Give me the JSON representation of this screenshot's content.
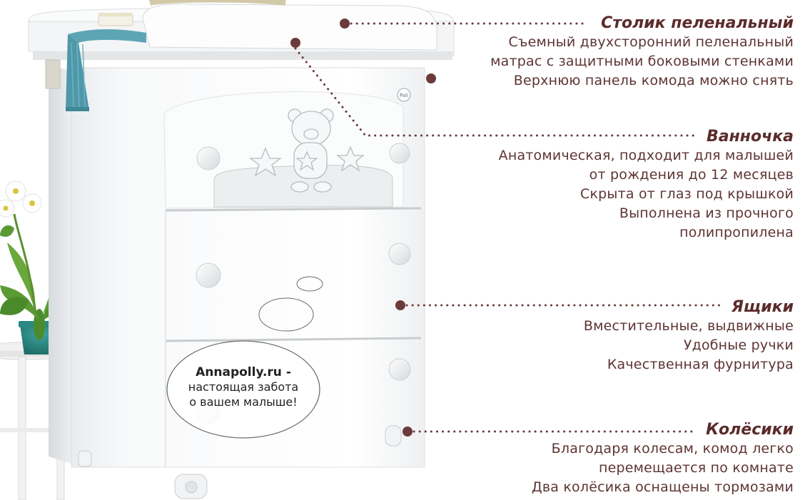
{
  "colors": {
    "accent": "#6b3a3a",
    "text": "#5e3434",
    "background": "#ffffff"
  },
  "brand_logo_text": "Pali",
  "callouts": [
    {
      "title": "Столик пеленальный",
      "lines": [
        "Съемный двухсторонний пеленальный",
        "матрас с защитными боковыми стенками",
        "Верхнюю панель комода можно снять"
      ]
    },
    {
      "title": "Ванночка",
      "lines": [
        "Анатомическая, подходит для малышей",
        "от рождения до 12 месяцев",
        "Скрыта от глаз под крышкой",
        "Выполнена из прочного",
        "полипропилена"
      ]
    },
    {
      "title": "Ящики",
      "lines": [
        "Вместительные, выдвижные",
        "Удобные ручки",
        "Качественная фурнитура"
      ]
    },
    {
      "title": "Колёсики",
      "lines": [
        "Благодаря колесам, комод легко",
        "перемещается по комнате",
        "Два колёсика оснащены тормозами"
      ]
    }
  ],
  "badge": {
    "site": "Annapolly.ru -",
    "line1": "настоящая забота",
    "line2": "о вашем малыше!"
  }
}
